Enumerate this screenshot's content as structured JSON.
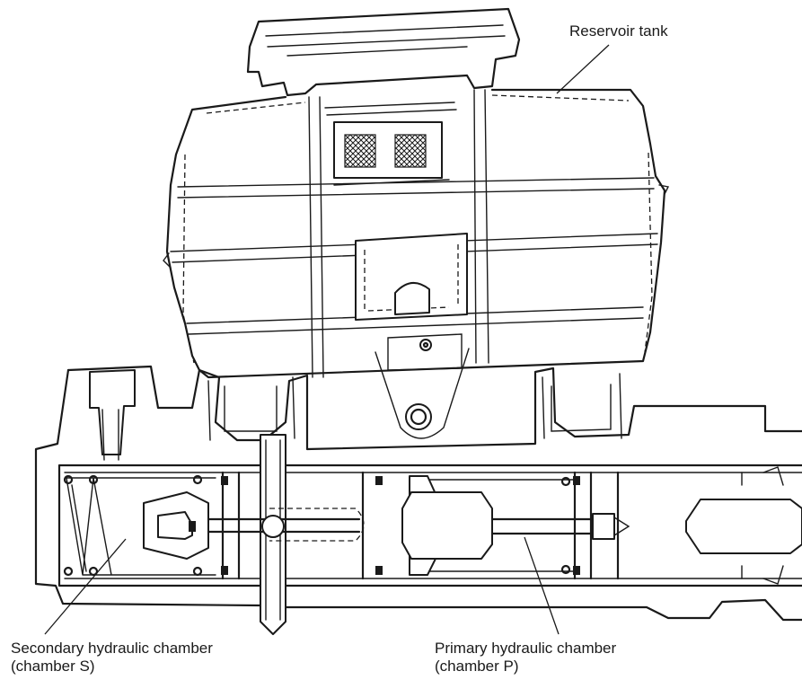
{
  "labels": {
    "reservoir": "Reservoir tank",
    "secondary_line1": "Secondary hydraulic chamber",
    "secondary_line2": "(chamber S)",
    "primary_line1": "Primary hydraulic chamber",
    "primary_line2": "(chamber P)"
  }
}
